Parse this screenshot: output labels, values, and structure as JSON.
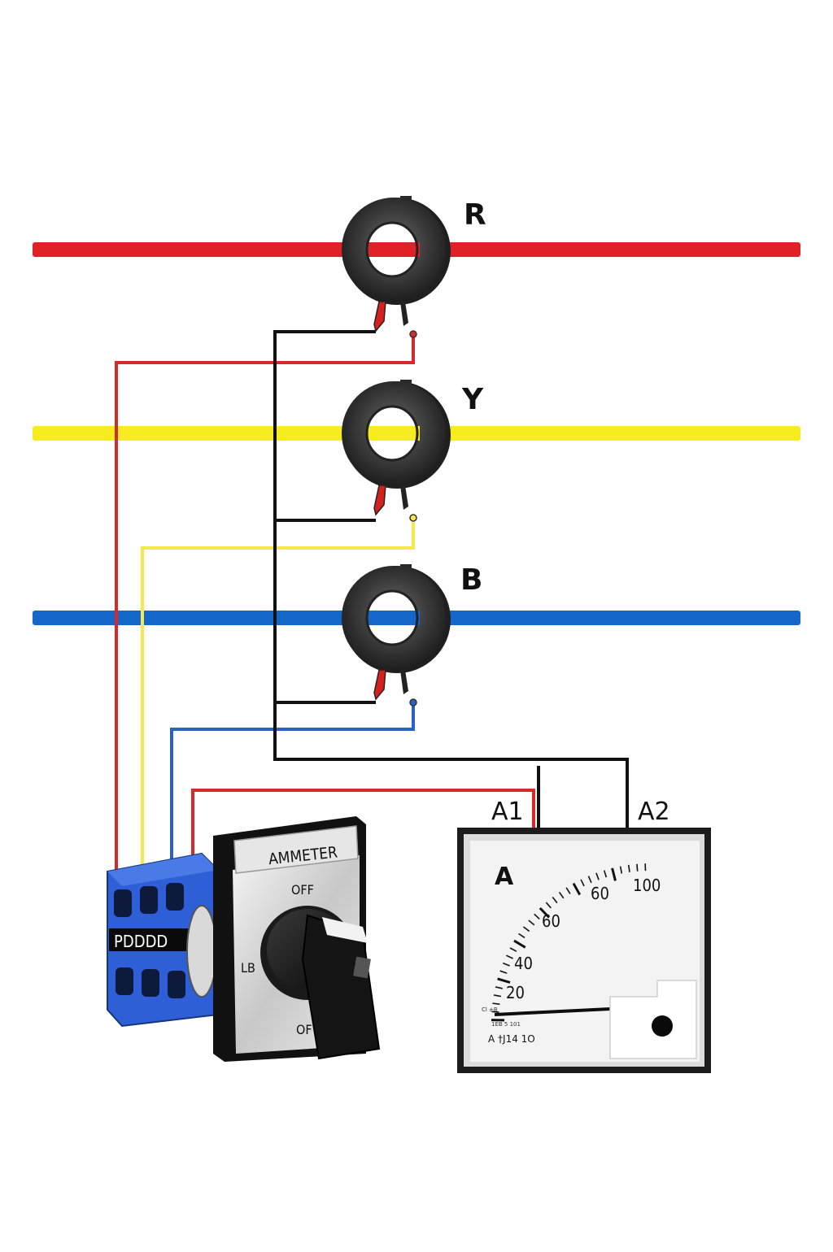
{
  "phases": [
    {
      "label": "R",
      "color": "#e02127"
    },
    {
      "label": "Y",
      "color": "#f7ec20"
    },
    {
      "label": "B",
      "color": "#1467c8"
    }
  ],
  "wire_colors": {
    "common": "#111111",
    "r": "#d42a2a",
    "y": "#f5e84a",
    "b": "#2a62c2"
  },
  "switch": {
    "title": "AMMETER",
    "positions": {
      "top": "OFF",
      "left": "LB",
      "bottom": "OF"
    },
    "body_color": "#2f5fd6",
    "printed_mark": "PDDDD"
  },
  "meter": {
    "unit": "A",
    "terminal_left": "A1",
    "terminal_right": "A2",
    "scale_labels": [
      "20",
      "40",
      "60",
      "60",
      "100"
    ],
    "reading": 0,
    "small_print": [
      "Cl ±B",
      "1EB 5 101",
      "A †J14 1O"
    ]
  }
}
